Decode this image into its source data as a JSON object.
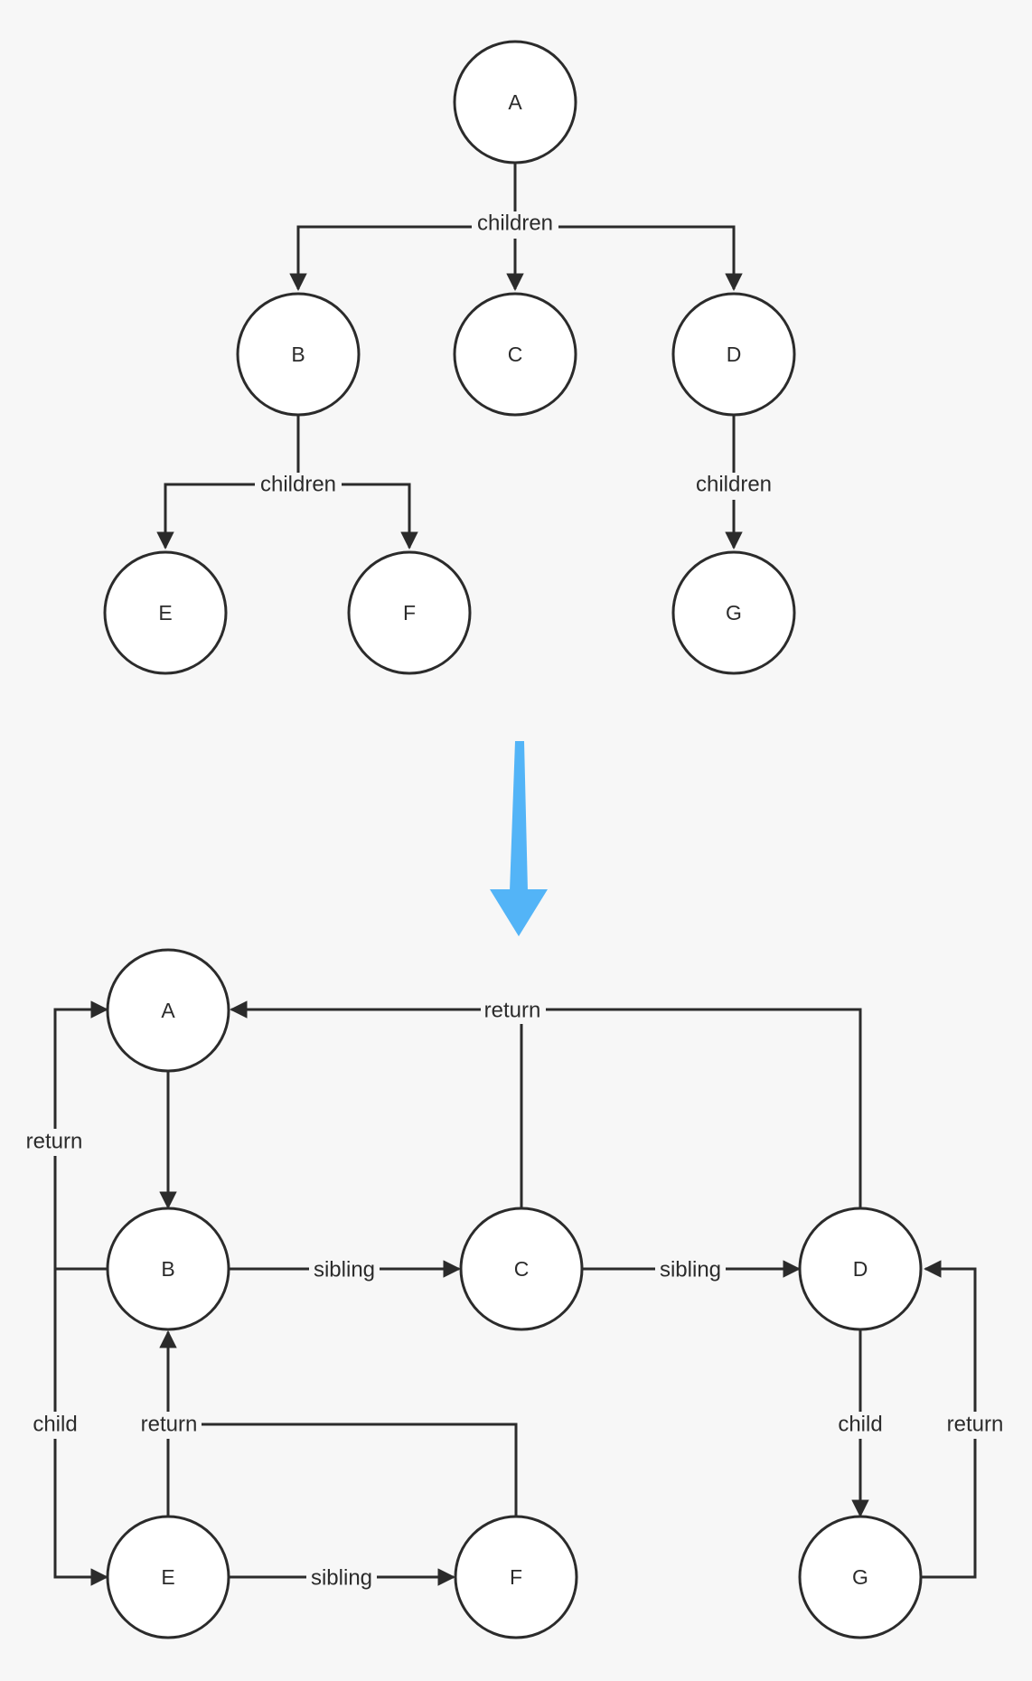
{
  "colors": {
    "background": "#f7f7f7",
    "node_fill": "#ffffff",
    "stroke": "#2b2b2b",
    "transform_arrow": "#53b4f7"
  },
  "top_tree": {
    "nodes": {
      "A": "A",
      "B": "B",
      "C": "C",
      "D": "D",
      "E": "E",
      "F": "F",
      "G": "G"
    },
    "edge_labels": {
      "a_children": "children",
      "b_children": "children",
      "d_children": "children"
    }
  },
  "transform_arrow_icon": "down-arrow-icon",
  "bottom_fiber": {
    "nodes": {
      "A": "A",
      "B": "B",
      "C": "C",
      "D": "D",
      "E": "E",
      "F": "F",
      "G": "G"
    },
    "edge_labels": {
      "cd_return": "return",
      "b_return": "return",
      "a_child": "child",
      "bc_sibling": "sibling",
      "cd_sibling": "sibling",
      "ef_return": "return",
      "ef_sibling": "sibling",
      "dg_child": "child",
      "g_return": "return"
    }
  }
}
